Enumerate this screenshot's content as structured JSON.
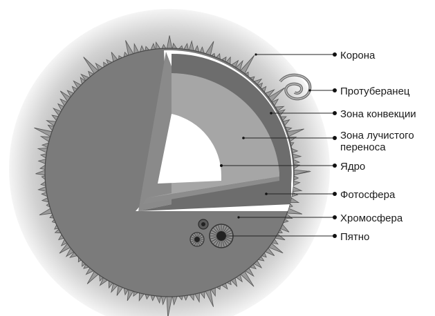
{
  "labels": {
    "corona": "Корона",
    "prominence": "Протуберанец",
    "convection": "Зона конвекции",
    "radiative_1": "Зона лучистого",
    "radiative_2": "переноса",
    "core": "Ядро",
    "photosphere": "Фотосфера",
    "chromosphere": "Хромосфера",
    "sunspot": "Пятно"
  },
  "colors": {
    "corona_outer": "#f4f4f4",
    "corona_inner": "#bdbdbd",
    "chromosphere_fringe": "#9a9a9a",
    "surface": "#7d7d7d",
    "convection_zone": "#6f6f6f",
    "radiative_zone": "#a3a3a3",
    "core": "#ffffff"
  }
}
